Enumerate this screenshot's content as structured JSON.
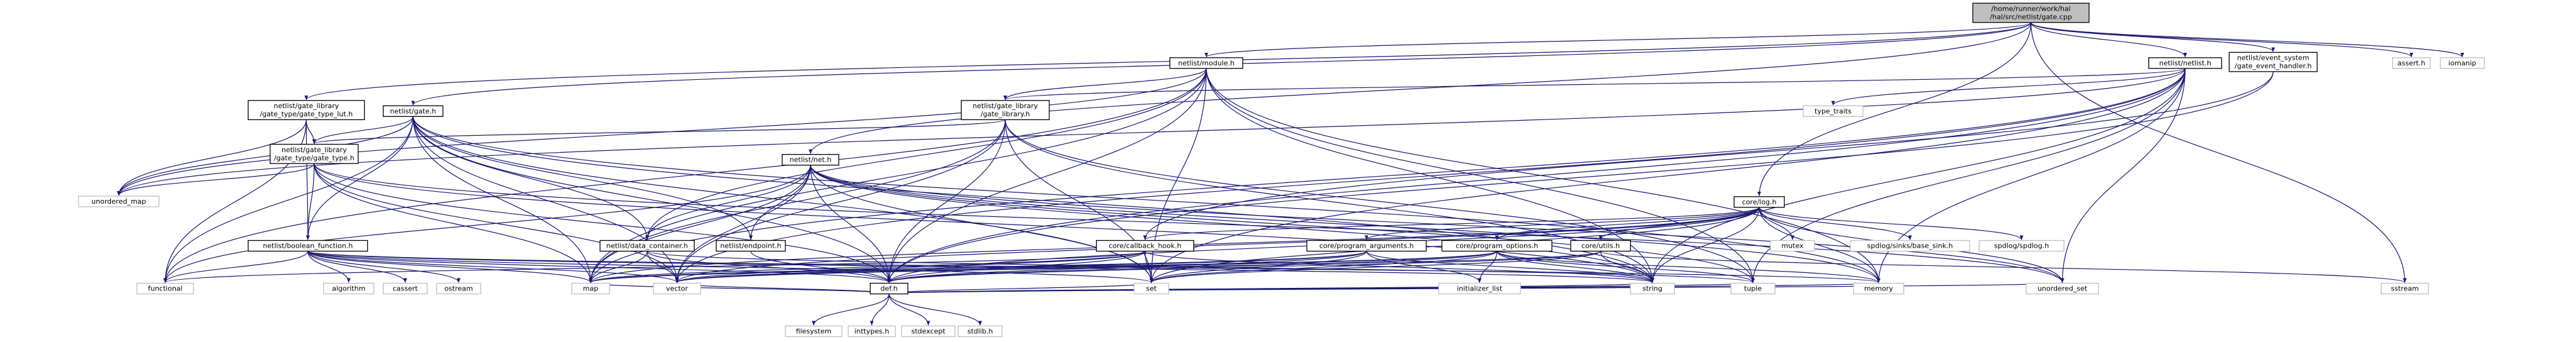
{
  "nodes": [
    {
      "id": "root",
      "kind": "root",
      "lines": [
        "/home/runner/work/hal",
        "/hal/src/netlist/gate.cpp"
      ]
    },
    {
      "id": "netlist_module",
      "kind": "local",
      "lines": [
        "netlist/module.h"
      ]
    },
    {
      "id": "netlist_netlist",
      "kind": "local",
      "lines": [
        "netlist/netlist.h"
      ]
    },
    {
      "id": "event_handler",
      "kind": "local",
      "lines": [
        "netlist/event_system",
        "/gate_event_handler.h"
      ]
    },
    {
      "id": "assert",
      "kind": "system",
      "lines": [
        "assert.h"
      ]
    },
    {
      "id": "iomanip",
      "kind": "system",
      "lines": [
        "iomanip"
      ]
    },
    {
      "id": "gate_type_lut",
      "kind": "local",
      "lines": [
        "netlist/gate_library",
        "/gate_type/gate_type_lut.h"
      ]
    },
    {
      "id": "netlist_gate",
      "kind": "local",
      "lines": [
        "netlist/gate.h"
      ]
    },
    {
      "id": "gate_library",
      "kind": "local",
      "lines": [
        "netlist/gate_library",
        "/gate_library.h"
      ]
    },
    {
      "id": "type_traits",
      "kind": "system",
      "lines": [
        "type_traits"
      ]
    },
    {
      "id": "gate_type",
      "kind": "local",
      "lines": [
        "netlist/gate_library",
        "/gate_type/gate_type.h"
      ]
    },
    {
      "id": "netlist_net",
      "kind": "local",
      "lines": [
        "netlist/net.h"
      ]
    },
    {
      "id": "core_log",
      "kind": "local",
      "lines": [
        "core/log.h"
      ]
    },
    {
      "id": "unordered_map",
      "kind": "system",
      "lines": [
        "unordered_map"
      ]
    },
    {
      "id": "boolean_function",
      "kind": "local",
      "lines": [
        "netlist/boolean_function.h"
      ]
    },
    {
      "id": "data_container",
      "kind": "local",
      "lines": [
        "netlist/data_container.h"
      ]
    },
    {
      "id": "endpoint",
      "kind": "local",
      "lines": [
        "netlist/endpoint.h"
      ]
    },
    {
      "id": "callback_hook",
      "kind": "local",
      "lines": [
        "core/callback_hook.h"
      ]
    },
    {
      "id": "program_arguments",
      "kind": "local",
      "lines": [
        "core/program_arguments.h"
      ]
    },
    {
      "id": "program_options",
      "kind": "local",
      "lines": [
        "core/program_options.h"
      ]
    },
    {
      "id": "core_utils",
      "kind": "local",
      "lines": [
        "core/utils.h"
      ]
    },
    {
      "id": "mutex",
      "kind": "system",
      "lines": [
        "mutex"
      ]
    },
    {
      "id": "base_sink",
      "kind": "system",
      "lines": [
        "spdlog/sinks/base_sink.h"
      ]
    },
    {
      "id": "spdlog",
      "kind": "system",
      "lines": [
        "spdlog/spdlog.h"
      ]
    },
    {
      "id": "functional",
      "kind": "system",
      "lines": [
        "functional"
      ]
    },
    {
      "id": "algorithm",
      "kind": "system",
      "lines": [
        "algorithm"
      ]
    },
    {
      "id": "cassert",
      "kind": "system",
      "lines": [
        "cassert"
      ]
    },
    {
      "id": "ostream",
      "kind": "system",
      "lines": [
        "ostream"
      ]
    },
    {
      "id": "map",
      "kind": "system",
      "lines": [
        "map"
      ]
    },
    {
      "id": "vector",
      "kind": "system",
      "lines": [
        "vector"
      ]
    },
    {
      "id": "def",
      "kind": "local",
      "lines": [
        "def.h"
      ]
    },
    {
      "id": "set",
      "kind": "system",
      "lines": [
        "set"
      ]
    },
    {
      "id": "initializer_list",
      "kind": "system",
      "lines": [
        "initializer_list"
      ]
    },
    {
      "id": "string",
      "kind": "system",
      "lines": [
        "string"
      ]
    },
    {
      "id": "tuple",
      "kind": "system",
      "lines": [
        "tuple"
      ]
    },
    {
      "id": "memory",
      "kind": "system",
      "lines": [
        "memory"
      ]
    },
    {
      "id": "unordered_set",
      "kind": "system",
      "lines": [
        "unordered_set"
      ]
    },
    {
      "id": "sstream",
      "kind": "system",
      "lines": [
        "sstream"
      ]
    },
    {
      "id": "filesystem",
      "kind": "system",
      "lines": [
        "filesystem"
      ]
    },
    {
      "id": "inttypes",
      "kind": "system",
      "lines": [
        "inttypes.h"
      ]
    },
    {
      "id": "stdexcept",
      "kind": "system",
      "lines": [
        "stdexcept"
      ]
    },
    {
      "id": "stdlib",
      "kind": "system",
      "lines": [
        "stdlib.h"
      ]
    }
  ],
  "edges": [
    [
      "root",
      "netlist_module"
    ],
    [
      "root",
      "netlist_netlist"
    ],
    [
      "root",
      "event_handler"
    ],
    [
      "root",
      "assert"
    ],
    [
      "root",
      "iomanip"
    ],
    [
      "root",
      "gate_type_lut"
    ],
    [
      "root",
      "netlist_gate"
    ],
    [
      "root",
      "netlist_net"
    ],
    [
      "root",
      "core_log"
    ],
    [
      "root",
      "sstream"
    ],
    [
      "netlist_module",
      "def"
    ],
    [
      "netlist_module",
      "gate_library"
    ],
    [
      "netlist_module",
      "data_container"
    ],
    [
      "netlist_module",
      "set"
    ],
    [
      "netlist_module",
      "map"
    ],
    [
      "netlist_module",
      "memory"
    ],
    [
      "netlist_module",
      "functional"
    ],
    [
      "netlist_module",
      "unordered_map"
    ],
    [
      "netlist_module",
      "tuple"
    ],
    [
      "netlist_module",
      "string"
    ],
    [
      "netlist_netlist",
      "def"
    ],
    [
      "netlist_netlist",
      "gate_library"
    ],
    [
      "netlist_netlist",
      "type_traits"
    ],
    [
      "netlist_netlist",
      "map"
    ],
    [
      "netlist_netlist",
      "memory"
    ],
    [
      "netlist_netlist",
      "string"
    ],
    [
      "netlist_netlist",
      "tuple"
    ],
    [
      "netlist_netlist",
      "unordered_set"
    ],
    [
      "netlist_netlist",
      "unordered_map"
    ],
    [
      "netlist_netlist",
      "set"
    ],
    [
      "netlist_netlist",
      "vector"
    ],
    [
      "event_handler",
      "def"
    ],
    [
      "event_handler",
      "callback_hook"
    ],
    [
      "gate_type_lut",
      "gate_type"
    ],
    [
      "gate_type_lut",
      "unordered_map"
    ],
    [
      "gate_type_lut",
      "boolean_function"
    ],
    [
      "gate_type_lut",
      "functional"
    ],
    [
      "netlist_gate",
      "def"
    ],
    [
      "netlist_gate",
      "gate_type"
    ],
    [
      "netlist_gate",
      "data_container"
    ],
    [
      "netlist_gate",
      "endpoint"
    ],
    [
      "netlist_gate",
      "functional"
    ],
    [
      "netlist_gate",
      "map"
    ],
    [
      "netlist_gate",
      "memory"
    ],
    [
      "netlist_gate",
      "set"
    ],
    [
      "netlist_gate",
      "string"
    ],
    [
      "netlist_gate",
      "vector"
    ],
    [
      "netlist_gate",
      "unordered_map"
    ],
    [
      "netlist_gate",
      "boolean_function"
    ],
    [
      "gate_library",
      "def"
    ],
    [
      "gate_library",
      "gate_type"
    ],
    [
      "gate_library",
      "map"
    ],
    [
      "gate_library",
      "set"
    ],
    [
      "gate_library",
      "string"
    ],
    [
      "gate_library",
      "vector"
    ],
    [
      "gate_library",
      "tuple"
    ],
    [
      "gate_type",
      "def"
    ],
    [
      "gate_type",
      "boolean_function"
    ],
    [
      "gate_type",
      "unordered_map"
    ],
    [
      "gate_type",
      "map"
    ],
    [
      "gate_type",
      "string"
    ],
    [
      "gate_type",
      "vector"
    ],
    [
      "gate_type",
      "unordered_set"
    ],
    [
      "netlist_net",
      "def"
    ],
    [
      "netlist_net",
      "data_container"
    ],
    [
      "netlist_net",
      "endpoint"
    ],
    [
      "netlist_net",
      "functional"
    ],
    [
      "netlist_net",
      "map"
    ],
    [
      "netlist_net",
      "memory"
    ],
    [
      "netlist_net",
      "set"
    ],
    [
      "netlist_net",
      "vector"
    ],
    [
      "netlist_net",
      "string"
    ],
    [
      "netlist_net",
      "tuple"
    ],
    [
      "netlist_net",
      "unordered_set"
    ],
    [
      "core_log",
      "def"
    ],
    [
      "core_log",
      "callback_hook"
    ],
    [
      "core_log",
      "program_arguments"
    ],
    [
      "core_log",
      "program_options"
    ],
    [
      "core_log",
      "core_utils"
    ],
    [
      "core_log",
      "mutex"
    ],
    [
      "core_log",
      "base_sink"
    ],
    [
      "core_log",
      "spdlog"
    ],
    [
      "core_log",
      "map"
    ],
    [
      "core_log",
      "set"
    ],
    [
      "core_log",
      "string"
    ],
    [
      "core_log",
      "memory"
    ],
    [
      "core_log",
      "unordered_set"
    ],
    [
      "core_log",
      "vector"
    ],
    [
      "boolean_function",
      "def"
    ],
    [
      "boolean_function",
      "algorithm"
    ],
    [
      "boolean_function",
      "cassert"
    ],
    [
      "boolean_function",
      "ostream"
    ],
    [
      "boolean_function",
      "map"
    ],
    [
      "boolean_function",
      "vector"
    ],
    [
      "boolean_function",
      "set"
    ],
    [
      "boolean_function",
      "memory"
    ],
    [
      "boolean_function",
      "functional"
    ],
    [
      "boolean_function",
      "string"
    ],
    [
      "data_container",
      "def"
    ],
    [
      "data_container",
      "map"
    ],
    [
      "data_container",
      "vector"
    ],
    [
      "data_container",
      "tuple"
    ],
    [
      "endpoint",
      "def"
    ],
    [
      "callback_hook",
      "def"
    ],
    [
      "callback_hook",
      "functional"
    ],
    [
      "callback_hook",
      "map"
    ],
    [
      "callback_hook",
      "string"
    ],
    [
      "callback_hook",
      "set"
    ],
    [
      "callback_hook",
      "vector"
    ],
    [
      "program_arguments",
      "def"
    ],
    [
      "program_arguments",
      "initializer_list"
    ],
    [
      "program_arguments",
      "set"
    ],
    [
      "program_arguments",
      "string"
    ],
    [
      "program_arguments",
      "vector"
    ],
    [
      "program_arguments",
      "map"
    ],
    [
      "program_options",
      "def"
    ],
    [
      "program_options",
      "initializer_list"
    ],
    [
      "program_options",
      "set"
    ],
    [
      "program_options",
      "string"
    ],
    [
      "program_options",
      "vector"
    ],
    [
      "program_options",
      "map"
    ],
    [
      "program_options",
      "tuple"
    ],
    [
      "program_options",
      "memory"
    ],
    [
      "core_utils",
      "def"
    ],
    [
      "core_utils",
      "sstream"
    ],
    [
      "core_utils",
      "string"
    ],
    [
      "core_utils",
      "vector"
    ],
    [
      "core_utils",
      "set"
    ],
    [
      "def",
      "filesystem"
    ],
    [
      "def",
      "inttypes"
    ],
    [
      "def",
      "stdexcept"
    ],
    [
      "def",
      "stdlib"
    ],
    [
      "def",
      "set"
    ],
    [
      "def",
      "map"
    ],
    [
      "def",
      "vector"
    ],
    [
      "def",
      "string"
    ],
    [
      "def",
      "memory"
    ],
    [
      "def",
      "tuple"
    ],
    [
      "def",
      "unordered_set"
    ]
  ]
}
